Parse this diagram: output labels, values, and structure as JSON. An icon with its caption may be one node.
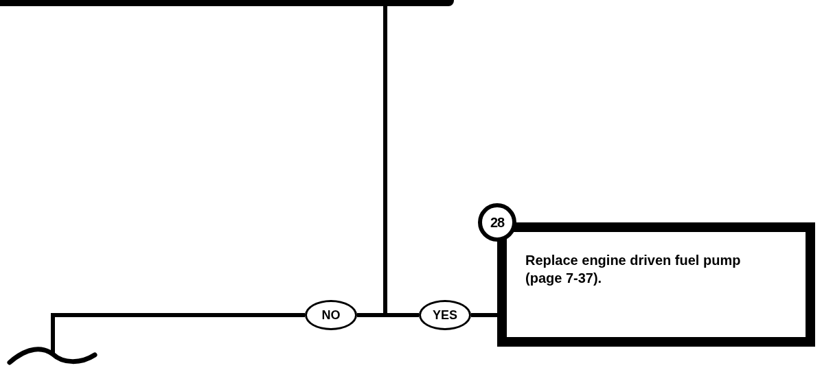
{
  "diagram": {
    "nodes": [
      {
        "text": [],
        "shape": "box"
      },
      {
        "text": [
          "NO"
        ]
      },
      {
        "text": [
          "YES"
        ]
      },
      {
        "text": [
          "28",
          "Replace engine driven fuel pump (page 7-37)."
        ]
      }
    ],
    "edges": [
      {
        "from": 0,
        "to": 1,
        "arrow": "none"
      },
      {
        "from": 0,
        "to": 2,
        "arrow": "none"
      },
      {
        "from": 2,
        "to": 3,
        "arrow": "none"
      },
      {
        "from": 1,
        "to": null,
        "arrow": "none"
      }
    ]
  }
}
